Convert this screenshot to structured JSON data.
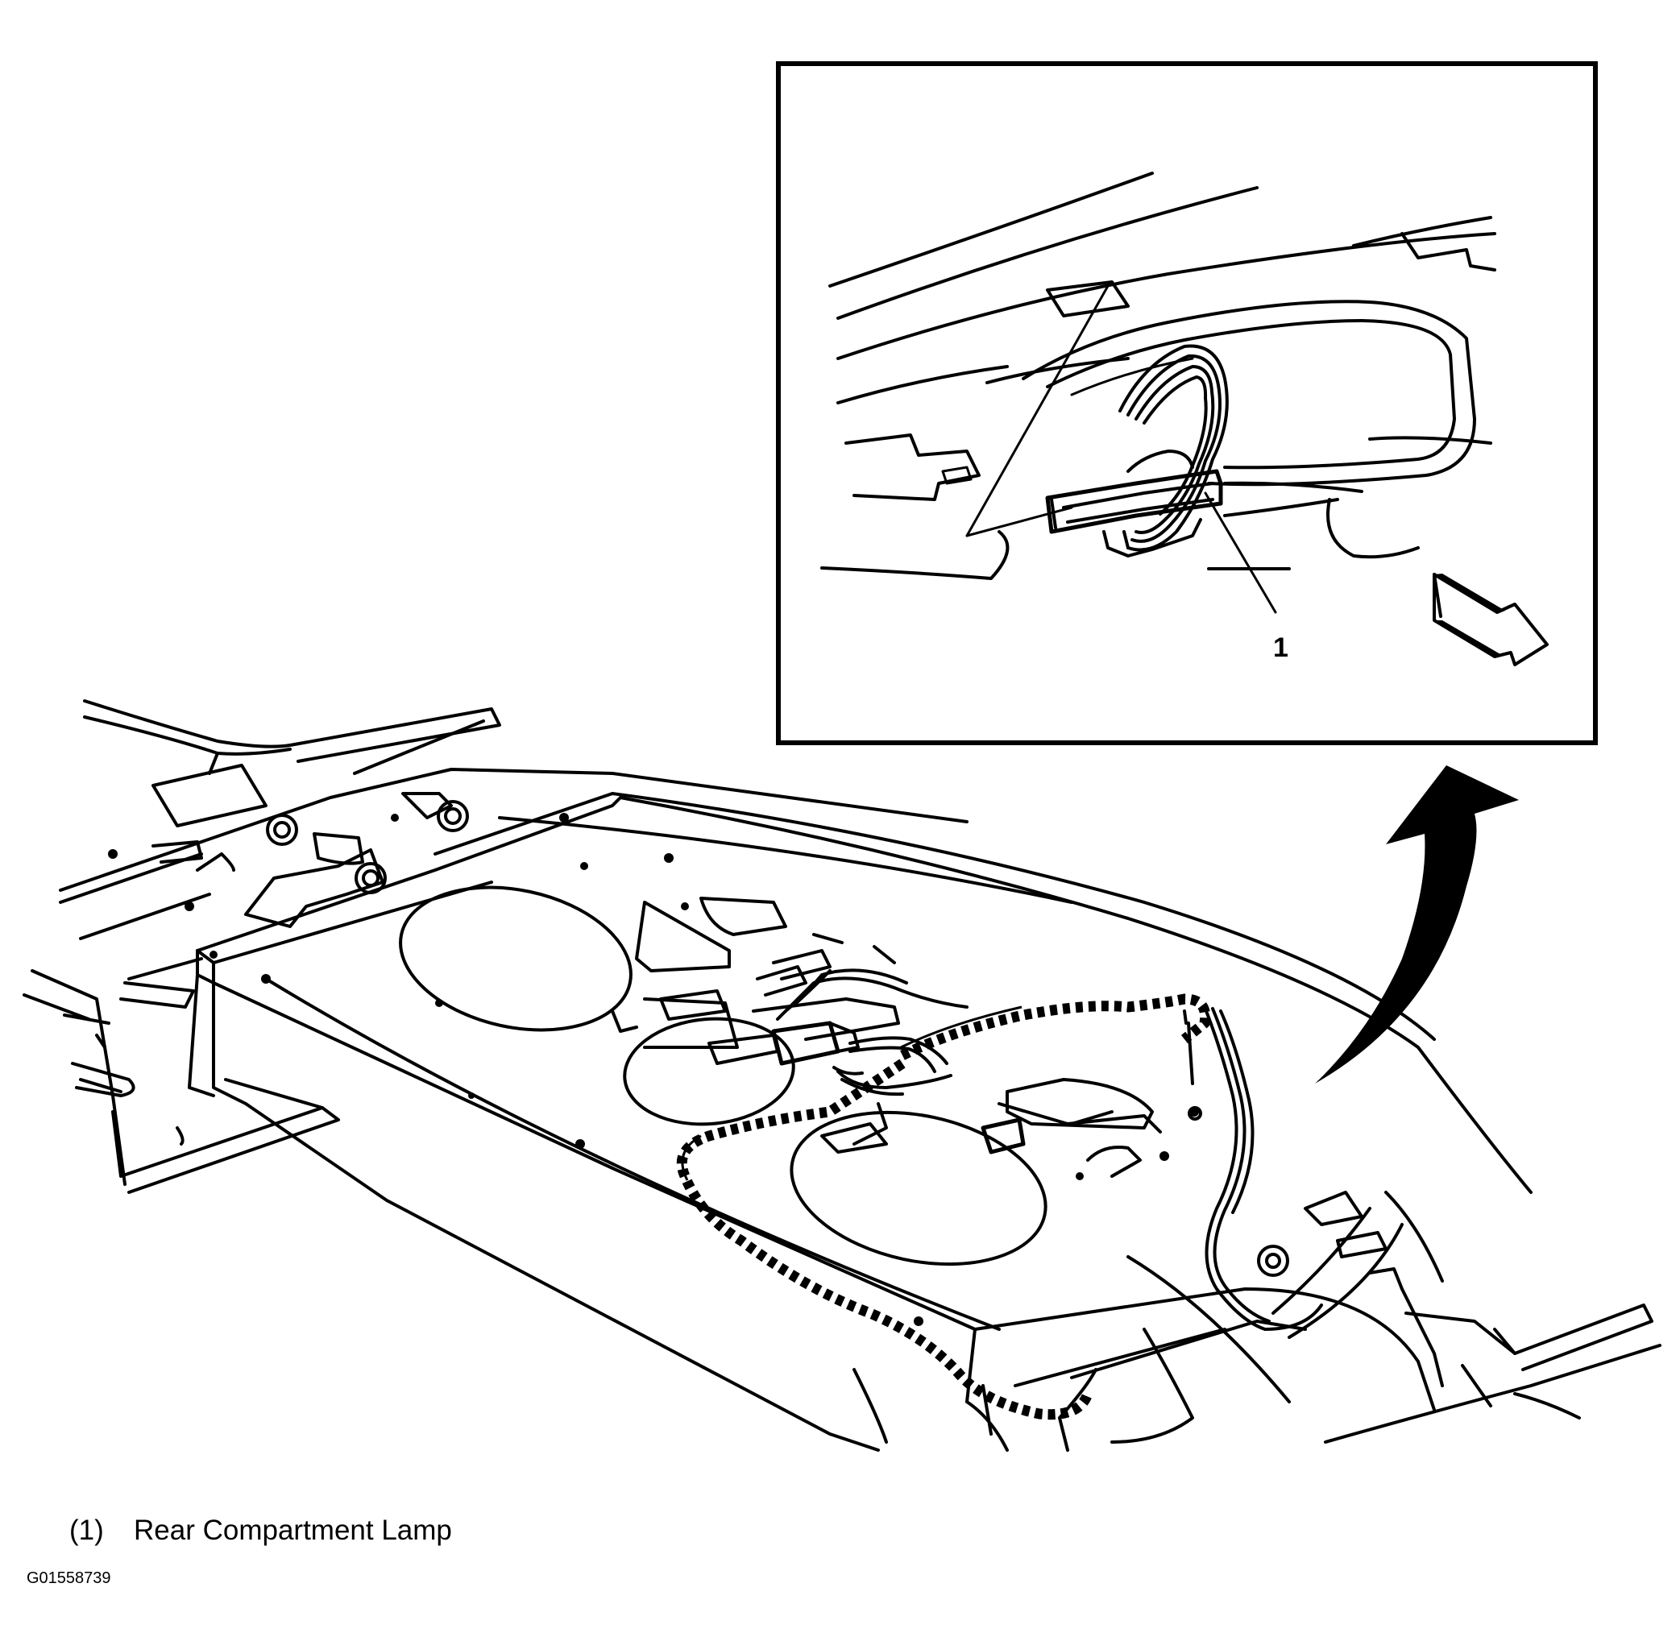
{
  "callouts": [
    {
      "number": "1",
      "label": "Rear Compartment Lamp",
      "legend_number": "(1)"
    }
  ],
  "figure_id": "G01558739",
  "icons": {
    "view_arrow": "curved-arrow-icon",
    "direction_arrow": "front-direction-arrow-icon"
  }
}
